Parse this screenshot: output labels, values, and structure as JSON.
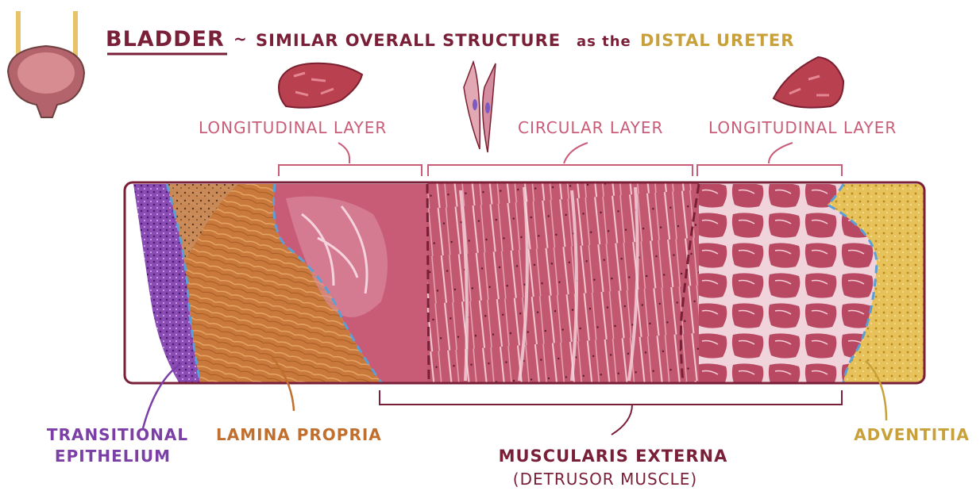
{
  "title": {
    "main": "BLADDER",
    "tilde": "~",
    "middle": "SIMILAR OVERALL STRUCTURE",
    "as_the": "as the",
    "distal": "DISTAL",
    "ureter": "URETER"
  },
  "layers": {
    "longitudinal_left": "LONGITUDINAL LAYER",
    "circular": "CIRCULAR LAYER",
    "longitudinal_right": "LONGITUDINAL LAYER"
  },
  "bottom_labels": {
    "transitional_line1": "TRANSITIONAL",
    "transitional_line2": "EPITHELIUM",
    "lamina": "LAMINA PROPRIA",
    "muscularis_line1": "MUSCULARIS EXTERNA",
    "muscularis_line2": "(DETRUSOR MUSCLE)",
    "adventitia": "ADVENTITIA"
  },
  "colors": {
    "maroon": "#7a1f38",
    "muscle_pink": "#c95c78",
    "epithelium_purple": "#7b3fa6",
    "lamina_orange": "#c06f2e",
    "adventitia_gold": "#c9a13a",
    "dash_blue": "#5aa0d8"
  },
  "icons": [
    "bladder-icon",
    "cardiac-muscle-cell-icon",
    "smooth-muscle-cells-icon"
  ]
}
